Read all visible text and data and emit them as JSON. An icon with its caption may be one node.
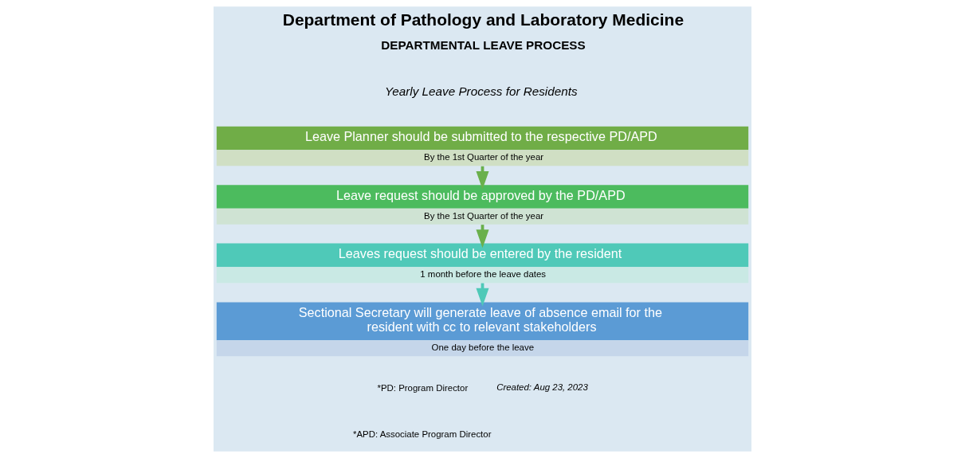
{
  "diagram": {
    "title": "Department of Pathology and Laboratory Medicine",
    "nodes": [
      {
        "text": [
          "Leave Planner should be submitted to the respective PD/APD",
          "By the 1st Quarter of the year"
        ]
      },
      {
        "text": [
          "Leave request should be approved by the PD/APD",
          "By the 1st Quarter of the year"
        ]
      },
      {
        "text": [
          "Leaves request should be entered by the resident",
          "1 month before the leave dates"
        ]
      },
      {
        "text": [
          "Sectional Secretary will generate leave of absence email for the resident with cc to relevant stakeholders",
          "One day before the leave"
        ]
      }
    ],
    "edges": [
      {
        "from": 0,
        "to": 1,
        "arrow": "to"
      },
      {
        "from": 1,
        "to": 2,
        "arrow": "to"
      },
      {
        "from": 2,
        "to": 3,
        "arrow": "to",
        "color": "#4fc9b8"
      }
    ],
    "labels": [
      "DEPARTMENTAL LEAVE PROCESS",
      "Yearly Leave Process for Residents",
      "*PD: Program Director",
      "*APD: Associate Program Director",
      "Created: Aug 23, 2023"
    ]
  }
}
